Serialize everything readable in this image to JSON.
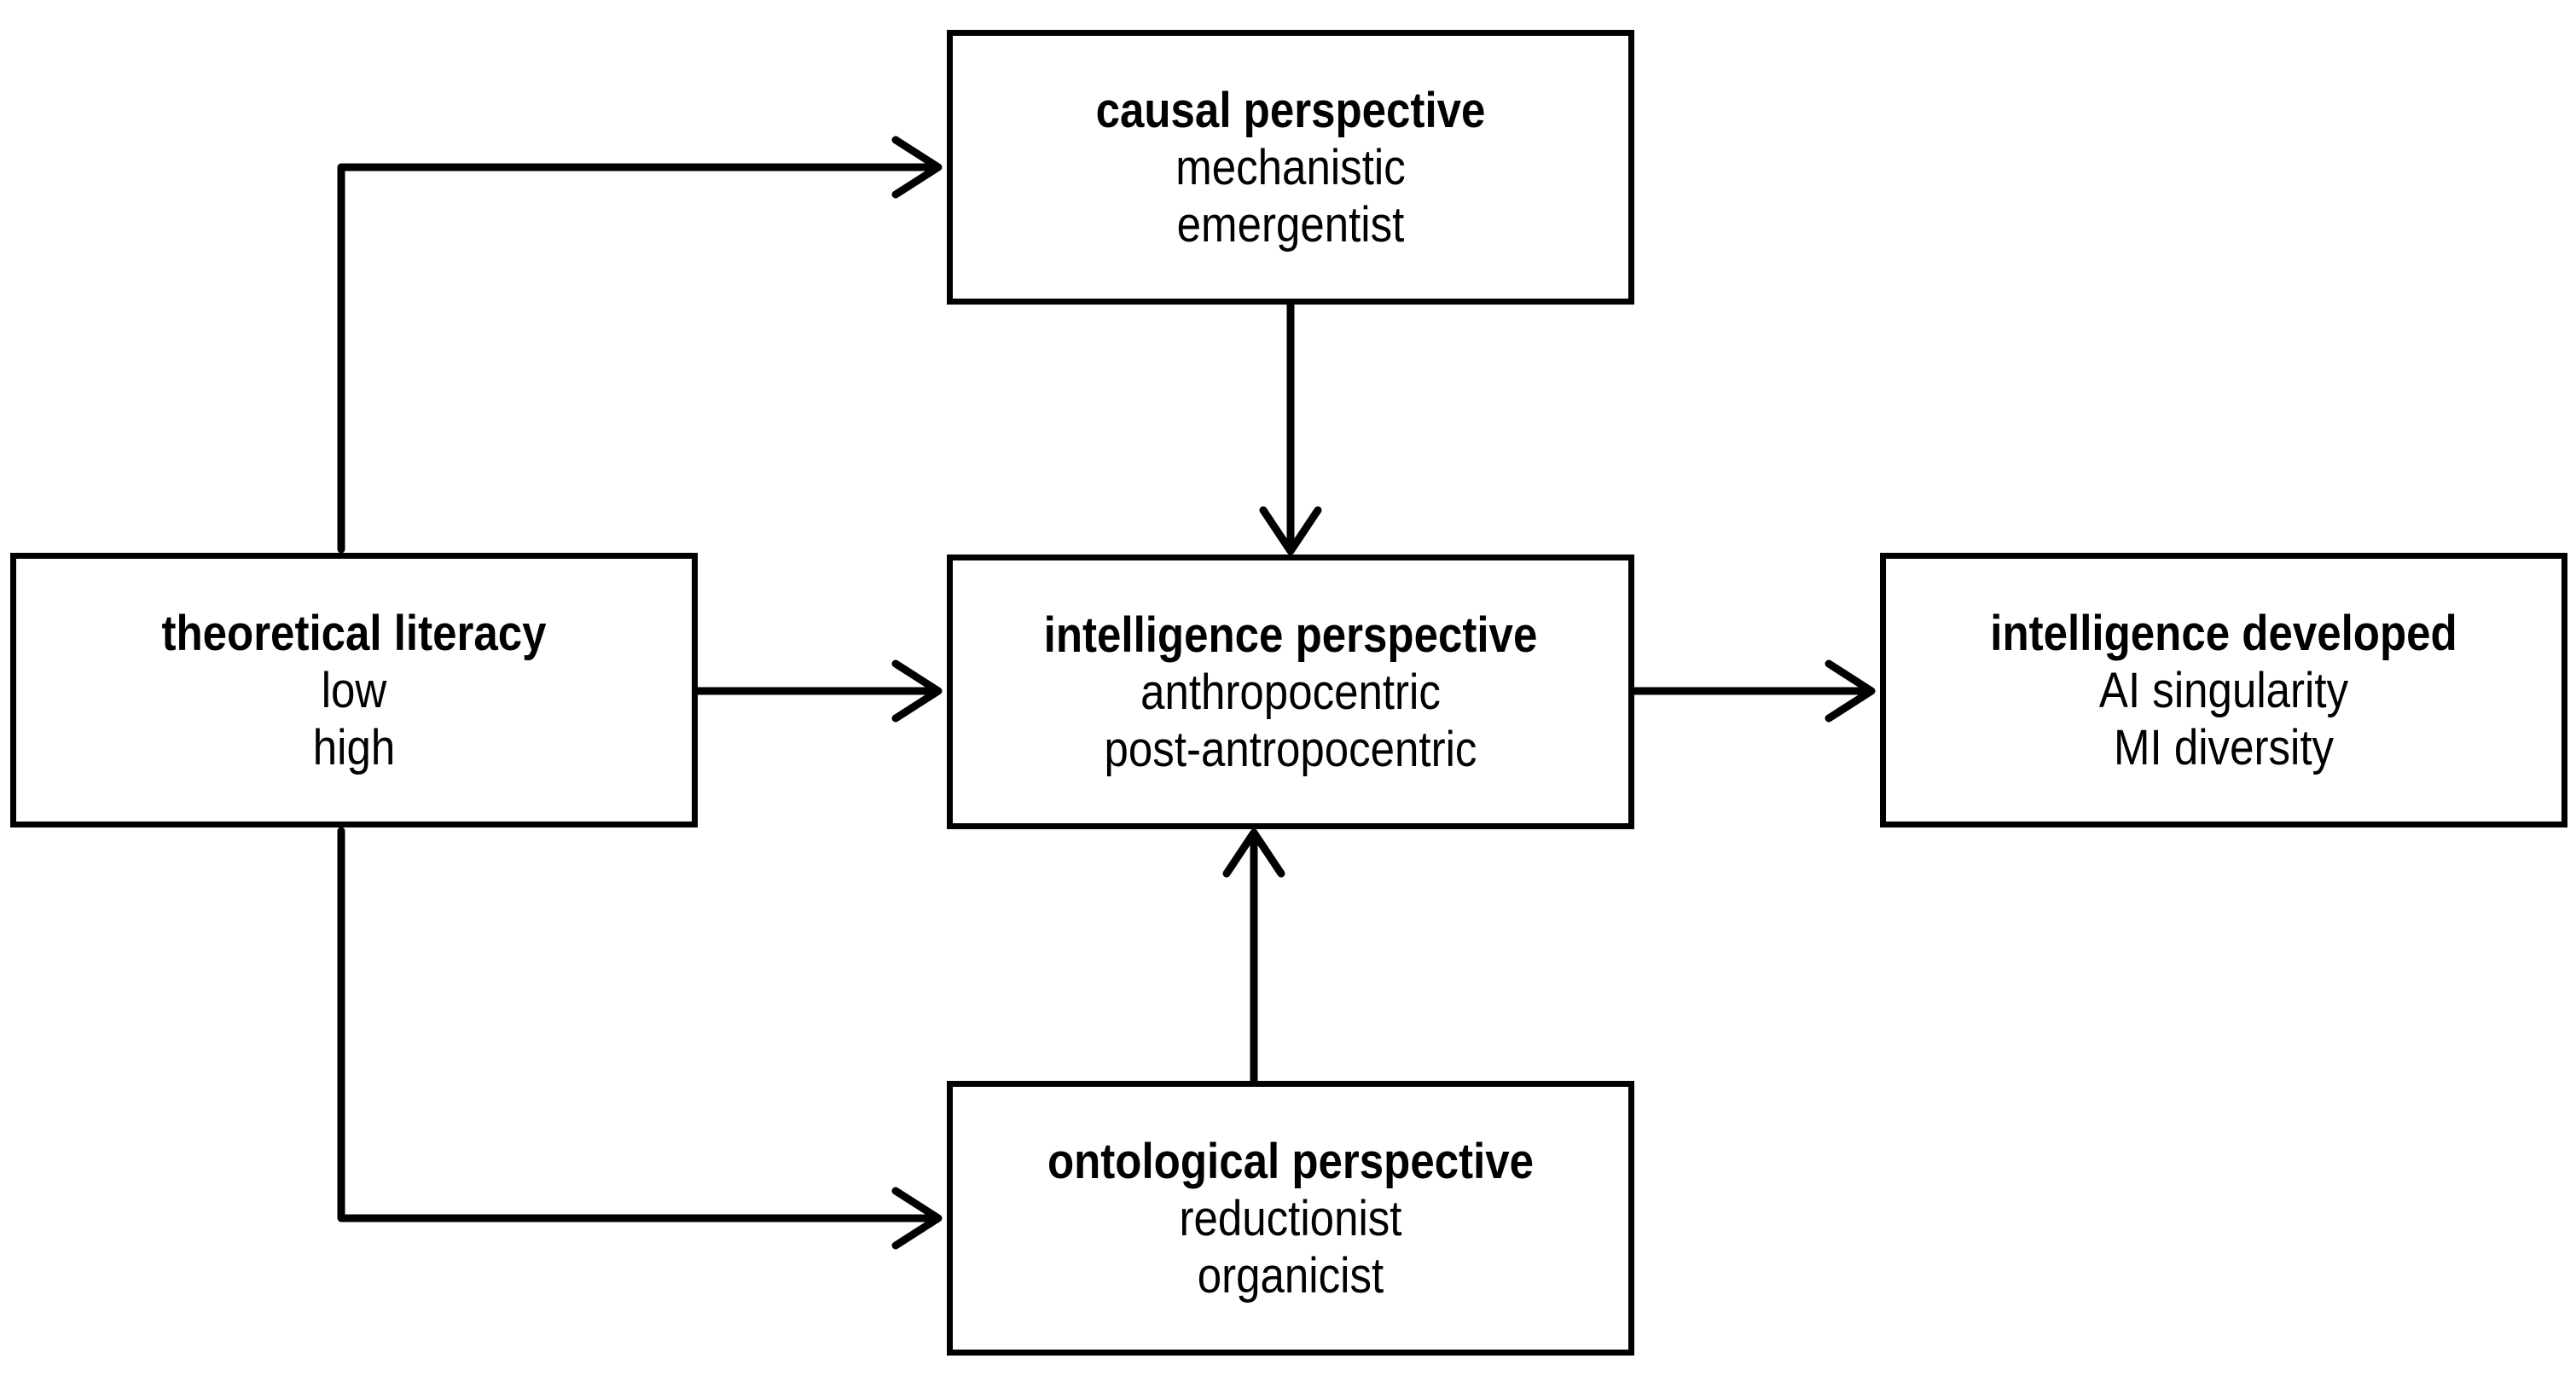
{
  "diagram": {
    "background_color": "#ffffff",
    "stroke_color": "#000000",
    "text_color": "#000000",
    "nodes": {
      "theoretical": {
        "title": "theoretical literacy",
        "option1": "low",
        "option2": "high"
      },
      "causal": {
        "title": "causal perspective",
        "option1": "mechanistic",
        "option2": "emergentist"
      },
      "intelligence": {
        "title": "intelligence perspective",
        "option1": "anthropocentric",
        "option2": "post-antropocentric"
      },
      "ontological": {
        "title": "ontological perspective",
        "option1": "reductionist",
        "option2": "organicist"
      },
      "developed": {
        "title": "intelligence developed",
        "option1": "AI singularity",
        "option2": "MI diversity"
      }
    },
    "edges": [
      {
        "from": "theoretical literacy",
        "to": "causal perspective",
        "shape": "elbow-up-right",
        "arrowhead": "open-chevron"
      },
      {
        "from": "theoretical literacy",
        "to": "intelligence perspective",
        "shape": "straight-right",
        "arrowhead": "open-chevron"
      },
      {
        "from": "theoretical literacy",
        "to": "ontological perspective",
        "shape": "elbow-down-right",
        "arrowhead": "open-chevron"
      },
      {
        "from": "causal perspective",
        "to": "intelligence perspective",
        "shape": "straight-down",
        "arrowhead": "open-chevron"
      },
      {
        "from": "ontological perspective",
        "to": "intelligence perspective",
        "shape": "straight-up",
        "arrowhead": "open-chevron"
      },
      {
        "from": "intelligence perspective",
        "to": "intelligence developed",
        "shape": "straight-right",
        "arrowhead": "open-chevron"
      }
    ]
  }
}
